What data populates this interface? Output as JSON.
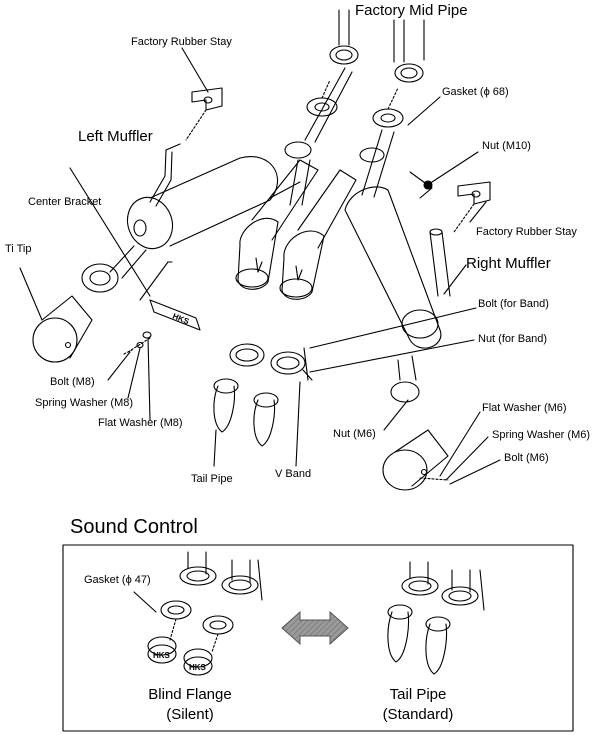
{
  "diagram": {
    "labels": {
      "factory_mid_pipe": "Factory Mid Pipe",
      "factory_rubber_stay_top": "Factory Rubber Stay",
      "gasket_68": "Gasket (ϕ 68)",
      "left_muffler": "Left Muffler",
      "nut_m10": "Nut (M10)",
      "center_bracket": "Center Bracket",
      "factory_rubber_stay_right": "Factory Rubber Stay",
      "right_muffler": "Right Muffler",
      "ti_tip": "Ti Tip",
      "bolt_for_band": "Bolt (for Band)",
      "nut_for_band": "Nut (for Band)",
      "bolt_m8": "Bolt (M8)",
      "spring_washer_m8": "Spring Washer (M8)",
      "flat_washer_m8": "Flat Washer (M8)",
      "flat_washer_m6": "Flat Washer (M6)",
      "nut_m6": "Nut (M6)",
      "spring_washer_m6": "Spring Washer (M6)",
      "bolt_m6": "Bolt (M6)",
      "tail_pipe": "Tail Pipe",
      "v_band": "V Band"
    },
    "bracket_logo": "HKS"
  },
  "sound_control": {
    "title": "Sound Control",
    "gasket_47": "Gasket (ϕ 47)",
    "flange_logo": "HKS",
    "left_caption_line1": "Blind Flange",
    "left_caption_line2": "(Silent)",
    "right_caption_line1": "Tail Pipe",
    "right_caption_line2": "(Standard)"
  },
  "colors": {
    "line": "#000000",
    "background": "#ffffff",
    "arrow_fill": "#8c8c8c"
  }
}
